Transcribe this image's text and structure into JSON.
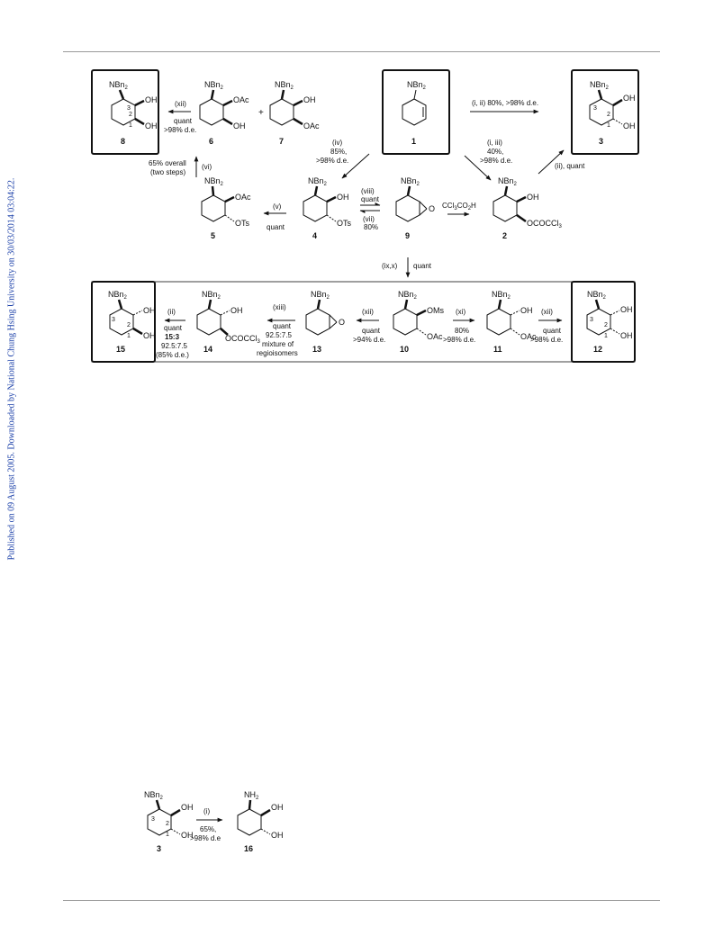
{
  "side_note": "Published on 09 August 2005. Downloaded by National Chung Hsing University on 30/03/2014 03:04:22.",
  "scheme": {
    "compounds": {
      "c1": {
        "label": "1",
        "sub": "NBn",
        "sub2": "2"
      },
      "c2": {
        "label": "2",
        "top": "NBn",
        "top2": "2",
        "oh": "OH",
        "ester": "OCOCCl",
        "ester2": "3"
      },
      "c3": {
        "label": "3",
        "top": "NBn",
        "top2": "2",
        "oh1": "OH",
        "oh2": "OH",
        "n3": "3",
        "n2": "2",
        "n1": "1"
      },
      "c4": {
        "label": "4",
        "top": "NBn",
        "top2": "2",
        "oh": "OH",
        "ots": "OTs"
      },
      "c5": {
        "label": "5",
        "top": "NBn",
        "top2": "2",
        "oac": "OAc",
        "ots": "OTs"
      },
      "c6": {
        "label": "6",
        "top": "NBn",
        "top2": "2",
        "oac": "OAc",
        "oh": "OH"
      },
      "c7": {
        "label": "7",
        "top": "NBn",
        "top2": "2",
        "oh": "OH",
        "oac": "OAc"
      },
      "c8": {
        "label": "8",
        "top": "NBn",
        "top2": "2",
        "oh1": "OH",
        "oh2": "OH",
        "n3": "3",
        "n2": "2",
        "n1": "1"
      },
      "c9": {
        "label": "9",
        "top": "NBn",
        "top2": "2",
        "o": "O"
      },
      "c10": {
        "label": "10",
        "top": "NBn",
        "top2": "2",
        "oms": "OMs",
        "oac": "OAc"
      },
      "c11": {
        "label": "11",
        "top": "NBn",
        "top2": "2",
        "oh": "OH",
        "oac": "OAc"
      },
      "c12": {
        "label": "12",
        "top": "NBn",
        "top2": "2",
        "oh1": "OH",
        "oh2": "OH",
        "n3": "3",
        "n2": "2",
        "n1": "1"
      },
      "c13": {
        "label": "13",
        "top": "NBn",
        "top2": "2",
        "o": "O"
      },
      "c14": {
        "label": "14",
        "top": "NBn",
        "top2": "2",
        "oh": "OH",
        "ester": "OCOCCl",
        "ester2": "3"
      },
      "c15": {
        "label": "15",
        "top": "NBn",
        "top2": "2",
        "oh1": "OH",
        "oh2": "OH",
        "n3": "3",
        "n2": "2",
        "n1": "1"
      }
    },
    "plus": "+",
    "conditions": {
      "c1_to_3": "(i, ii) 80%, >98% d.e.",
      "c1_to_2": [
        "(i, iii)",
        "40%,",
        ">98% d.e."
      ],
      "c2_to_3": "(ii), quant",
      "c1_to_4": [
        "(iv)",
        "85%,",
        ">98% d.e."
      ],
      "c9_to_2_a": "CCl",
      "c9_to_2_b": "3",
      "c9_to_2_c": "CO",
      "c9_to_2_d": "2",
      "c9_to_2_e": "H",
      "c4_to_9": [
        "(viii)",
        "quant"
      ],
      "c9_to_4": [
        "(vii)",
        "80%"
      ],
      "c4_to_5": [
        "(v)",
        "quant"
      ],
      "c5_to_6": [
        "65% overall",
        "(two steps)"
      ],
      "c5_to_6_reagent": "(vi)",
      "c6_to_8": [
        "(xii)",
        "quant",
        ">98% d.e."
      ],
      "c9_to_10_reagent": "(ix,x)",
      "c9_to_10_yield": "quant",
      "c10_to_11": [
        "(xi)",
        "80%",
        ">98% d.e."
      ],
      "c11_to_12": [
        "(xii)",
        "quant",
        ">98% d.e."
      ],
      "c10_to_13": [
        "(xii)",
        "quant",
        ">94% d.e."
      ],
      "c13_to_14": [
        "(xiii)",
        "quant",
        "92.5:7.5",
        "mixture of",
        "regioisomers"
      ],
      "c14_to_15": [
        "(ii)",
        "quant",
        "15:3",
        "92.5:7.5",
        "(85% d.e.)"
      ]
    }
  },
  "scheme2": {
    "c3": {
      "label": "3",
      "top": "NBn",
      "top2": "2",
      "oh1": "OH",
      "oh2": "OH",
      "n3": "3",
      "n2": "2",
      "n1": "1"
    },
    "c16": {
      "label": "16",
      "top": "NH",
      "top2": "2",
      "oh1": "OH",
      "oh2": "OH"
    },
    "conditions": [
      "(i)",
      "65%,",
      ">98% d.e"
    ]
  }
}
